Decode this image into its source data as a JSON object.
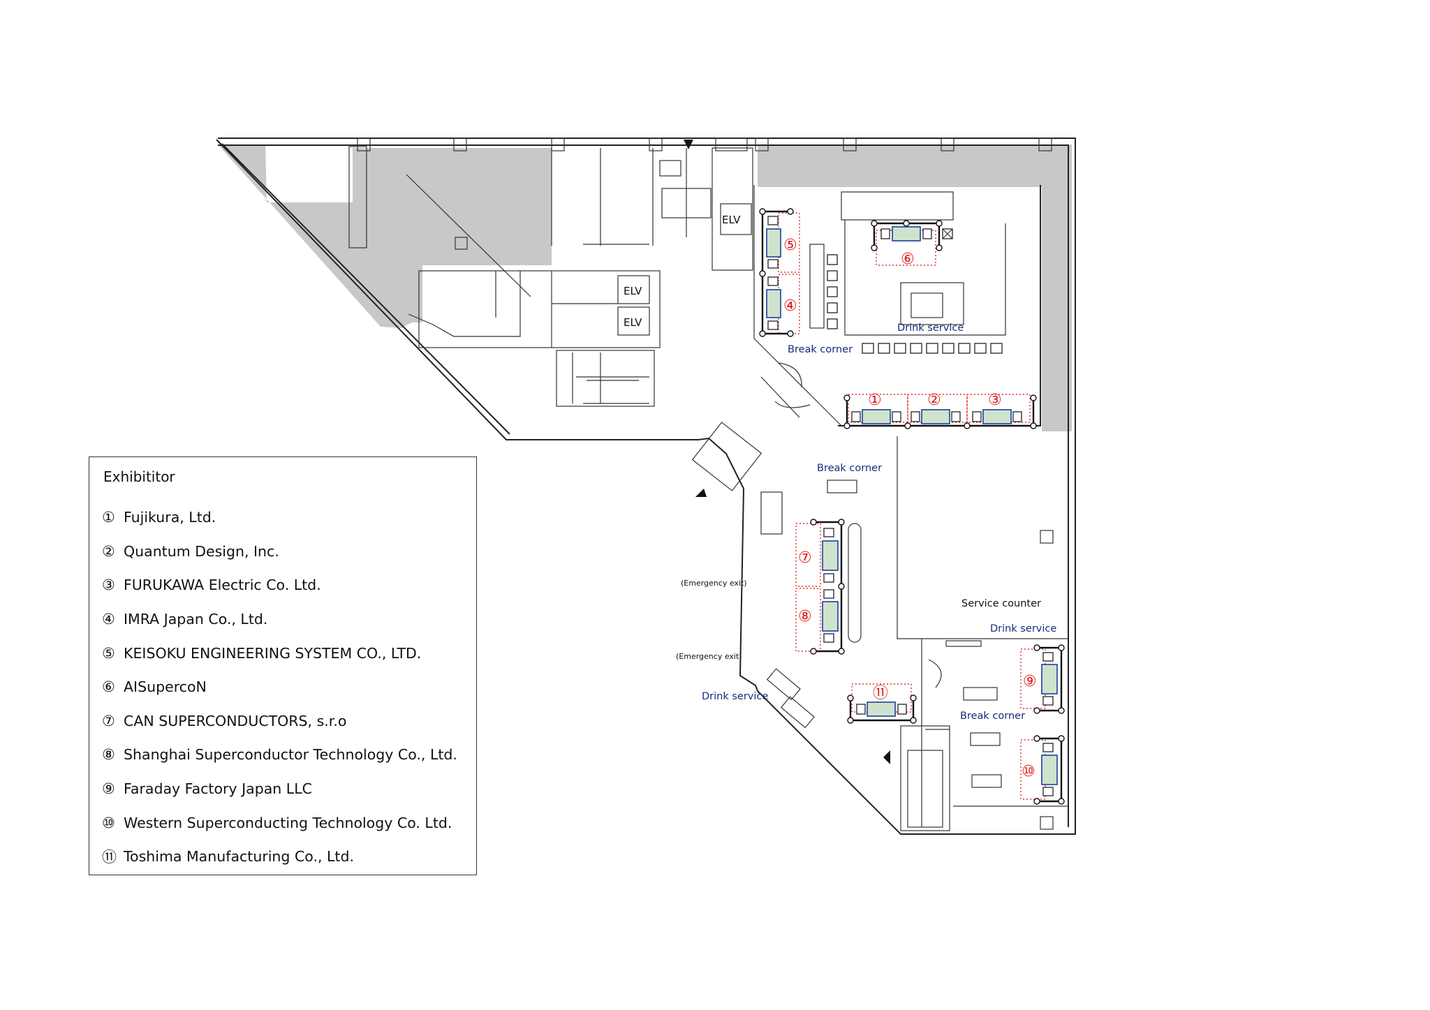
{
  "plan": {
    "elevator_label": "ELV",
    "areas": {
      "break_corner_top": "Break corner",
      "break_corner_mid": "Break corner",
      "break_corner_right": "Break corner",
      "drink_service_top": "Drink service",
      "drink_service_right": "Drink service",
      "drink_service_left": "Drink service",
      "service_counter": "Service counter",
      "emergency_exit_1": "(Emergency exit)",
      "emergency_exit_2": "(Emergency exit)"
    },
    "booth_numbers": [
      "①",
      "②",
      "③",
      "④",
      "⑤",
      "⑥",
      "⑦",
      "⑧",
      "⑨",
      "⑩",
      "⑪"
    ]
  },
  "legend": {
    "title": "Exhibititor",
    "items": [
      {
        "num": "①",
        "name": "Fujikura, Ltd."
      },
      {
        "num": "②",
        "name": "Quantum Design, Inc."
      },
      {
        "num": "③",
        "name": "FURUKAWA Electric Co. Ltd."
      },
      {
        "num": "④",
        "name": "IMRA Japan Co., Ltd."
      },
      {
        "num": "⑤",
        "name": "KEISOKU ENGINEERING SYSTEM CO., LTD."
      },
      {
        "num": "⑥",
        "name": "AISupercoN"
      },
      {
        "num": "⑦",
        "name": "CAN SUPERCONDUCTORS, s.r.o"
      },
      {
        "num": "⑧",
        "name": "Shanghai Superconductor Technology Co., Ltd."
      },
      {
        "num": "⑨",
        "name": "Faraday Factory Japan LLC"
      },
      {
        "num": "⑩",
        "name": "Western Superconducting Technology Co. Ltd."
      },
      {
        "num": "⑪",
        "name": "Toshima Manufacturing Co., Ltd."
      }
    ]
  },
  "colors": {
    "booth_number": "#e01818",
    "area_label": "#1a2a7a",
    "table_fill": "#cfe3cc",
    "table_border": "#1a3fa0",
    "hatched_area": "#c8c8c8"
  }
}
